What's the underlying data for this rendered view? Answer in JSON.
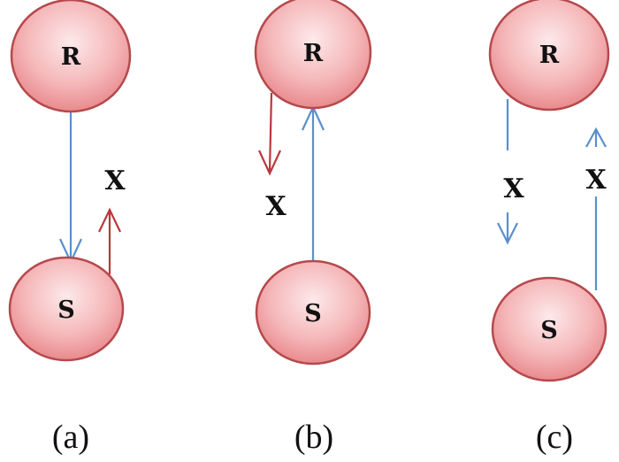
{
  "node_labels": {
    "relay": "R",
    "source": "S",
    "interferer": "X"
  },
  "panels": [
    {
      "caption": "(a)"
    },
    {
      "caption": "(b)"
    },
    {
      "caption": "(c)"
    }
  ],
  "colors": {
    "node_fill_light": "#fbe2e3",
    "node_fill_dark": "#eb9799",
    "node_stroke": "#b5494c",
    "blue_link": "#5b8fc9",
    "red_link": "#b9383c"
  }
}
